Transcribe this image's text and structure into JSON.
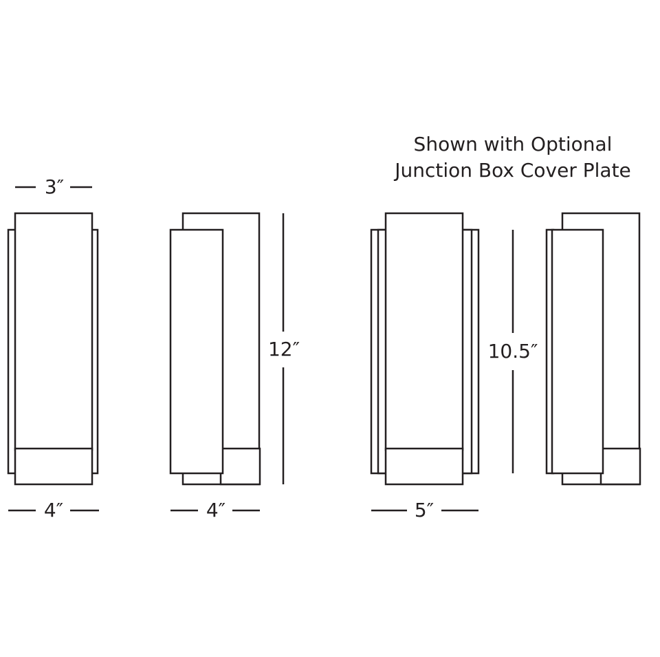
{
  "caption": {
    "line1": "Shown with Optional",
    "line2": "Junction Box Cover Plate"
  },
  "dimensions": {
    "top_width": "3″",
    "front_width": "4″",
    "side_depth": "4″",
    "height": "12″",
    "plate_width": "5″",
    "plate_height": "10.5″"
  },
  "colors": {
    "line": "#231f20",
    "background": "#ffffff"
  }
}
